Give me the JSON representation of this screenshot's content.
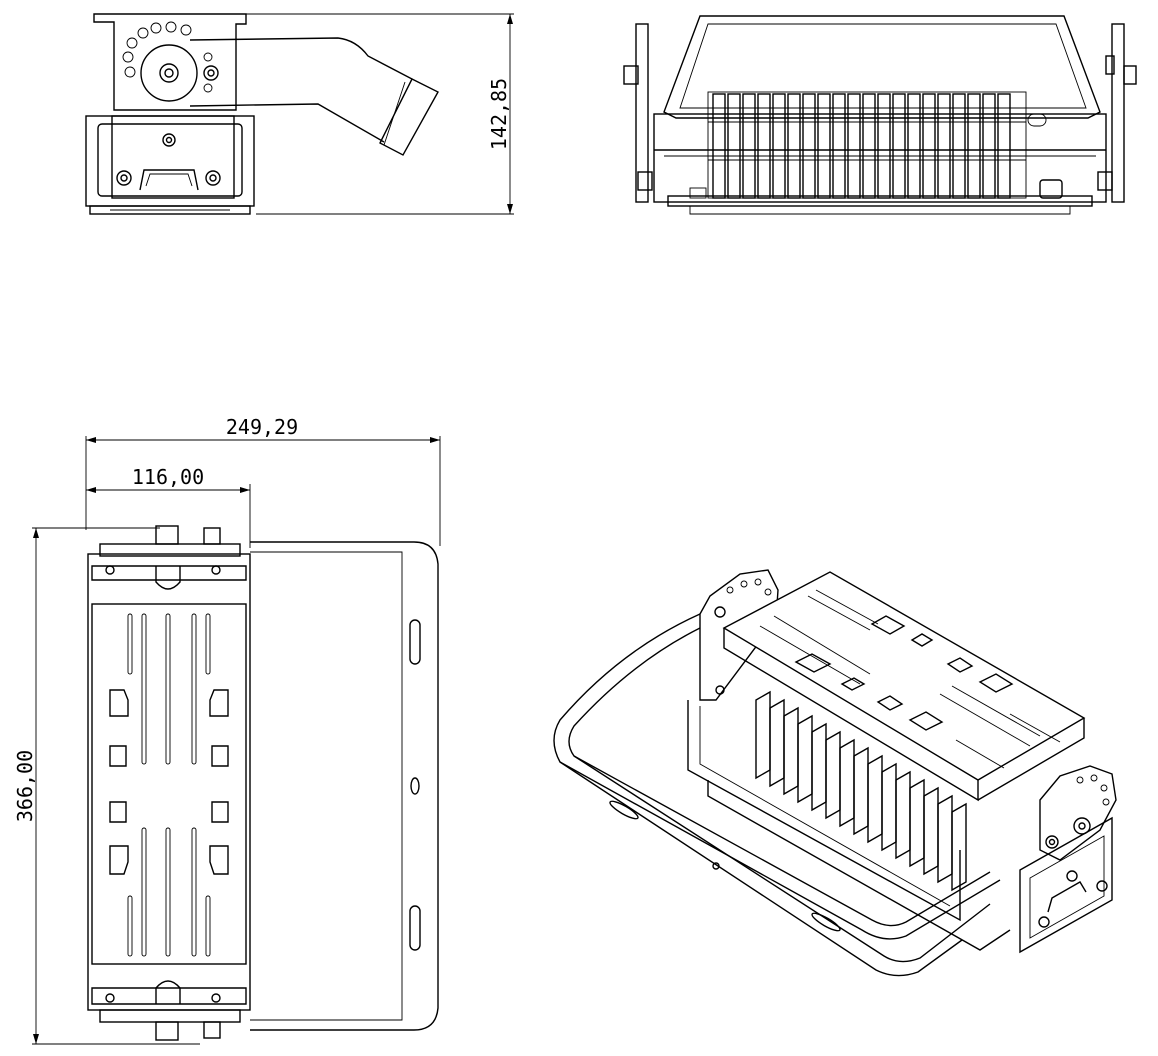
{
  "dimensions": {
    "height": "142,85",
    "overall_width": "249,29",
    "bracket_width": "116,00",
    "length": "366,00"
  }
}
